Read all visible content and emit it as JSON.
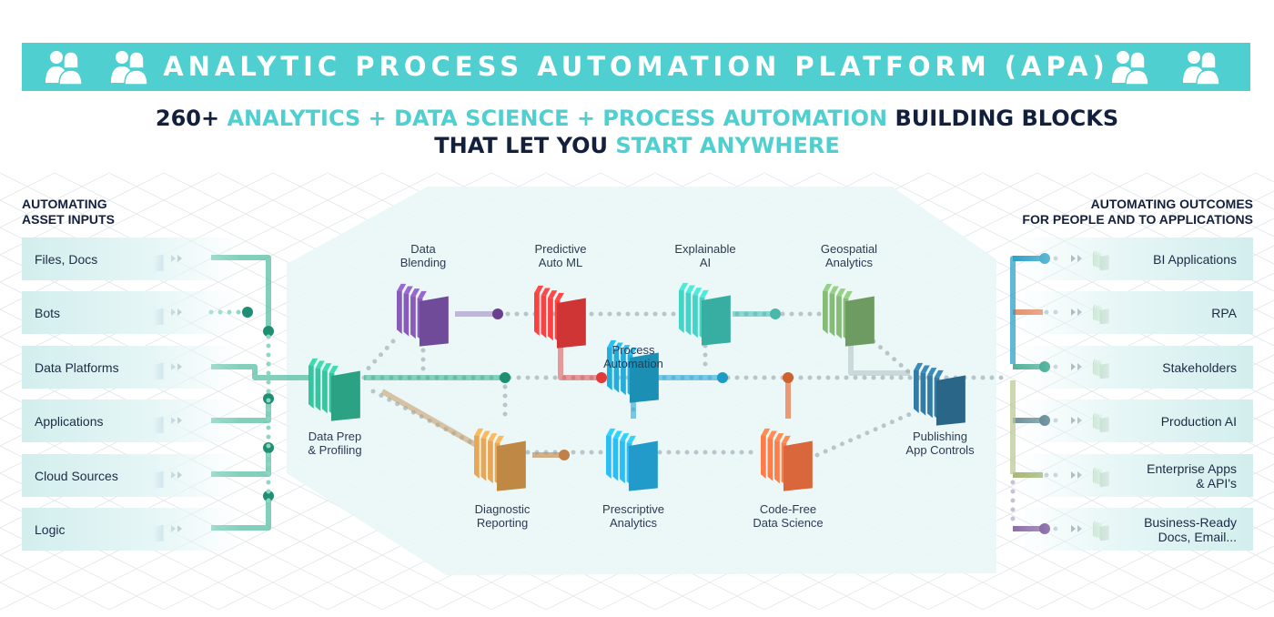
{
  "banner": {
    "title": "ANALYTIC PROCESS AUTOMATION PLATFORM (APA)",
    "icons": [
      "people-icon",
      "people-icon",
      "people-icon",
      "people-icon"
    ],
    "color": "#4fcfd0"
  },
  "headline": {
    "line1_prefix": "260+",
    "line1_accent": "ANALYTICS + DATA SCIENCE + PROCESS AUTOMATION",
    "line1_suffix": "BUILDING BLOCKS",
    "line2_prefix": "THAT LET YOU",
    "line2_accent": "START ANYWHERE"
  },
  "inputs": {
    "heading_line1": "AUTOMATING",
    "heading_line2": "ASSET INPUTS",
    "items": [
      {
        "label": "Files, Docs"
      },
      {
        "label": "Bots"
      },
      {
        "label": "Data Platforms"
      },
      {
        "label": "Applications"
      },
      {
        "label": "Cloud Sources"
      },
      {
        "label": "Logic"
      }
    ],
    "cube_color": "#2f7fc0"
  },
  "outputs": {
    "heading_line1": "AUTOMATING OUTCOMES",
    "heading_line2": "FOR PEOPLE AND TO APPLICATIONS",
    "items": [
      {
        "label_line1": "BI Applications",
        "label_line2": "",
        "connector_color": "#1e9bc4"
      },
      {
        "label_line1": "RPA",
        "label_line2": "",
        "connector_color": "#e06c3a"
      },
      {
        "label_line1": "Stakeholders",
        "label_line2": "",
        "connector_color": "#1a9a7a"
      },
      {
        "label_line1": "Production AI",
        "label_line2": "",
        "connector_color": "#3f6f7a"
      },
      {
        "label_line1": "Enterprise Apps",
        "label_line2": "& API's",
        "connector_color": "#8aa04a"
      },
      {
        "label_line1": "Business-Ready",
        "label_line2": "Docs, Email...",
        "connector_color": "#6b3f8f"
      }
    ],
    "cube_color": "#6fa064"
  },
  "nodes": [
    {
      "id": "data-prep",
      "label_line1": "Data Prep",
      "label_line2": "& Profiling",
      "color": "#2fb08e"
    },
    {
      "id": "data-blending",
      "label_line1": "Data",
      "label_line2": "Blending",
      "color": "#7a52a6"
    },
    {
      "id": "predictive",
      "label_line1": "Predictive",
      "label_line2": "Auto ML",
      "color": "#e23a3a"
    },
    {
      "id": "explainable",
      "label_line1": "Explainable",
      "label_line2": "AI",
      "color": "#3dbdb0"
    },
    {
      "id": "geospatial",
      "label_line1": "Geospatial",
      "label_line2": "Analytics",
      "color": "#78a86a"
    },
    {
      "id": "process-automation",
      "label_line1": "Process",
      "label_line2": "Automation",
      "color": "#1e9bc4"
    },
    {
      "id": "diagnostic",
      "label_line1": "Diagnostic",
      "label_line2": "Reporting",
      "color": "#d0944a"
    },
    {
      "id": "prescriptive",
      "label_line1": "Prescriptive",
      "label_line2": "Analytics",
      "color": "#26a9dc"
    },
    {
      "id": "code-free",
      "label_line1": "Code-Free",
      "label_line2": "Data Science",
      "color": "#ec7040"
    },
    {
      "id": "publishing",
      "label_line1": "Publishing",
      "label_line2": "App Controls",
      "color": "#2e6f94"
    }
  ]
}
